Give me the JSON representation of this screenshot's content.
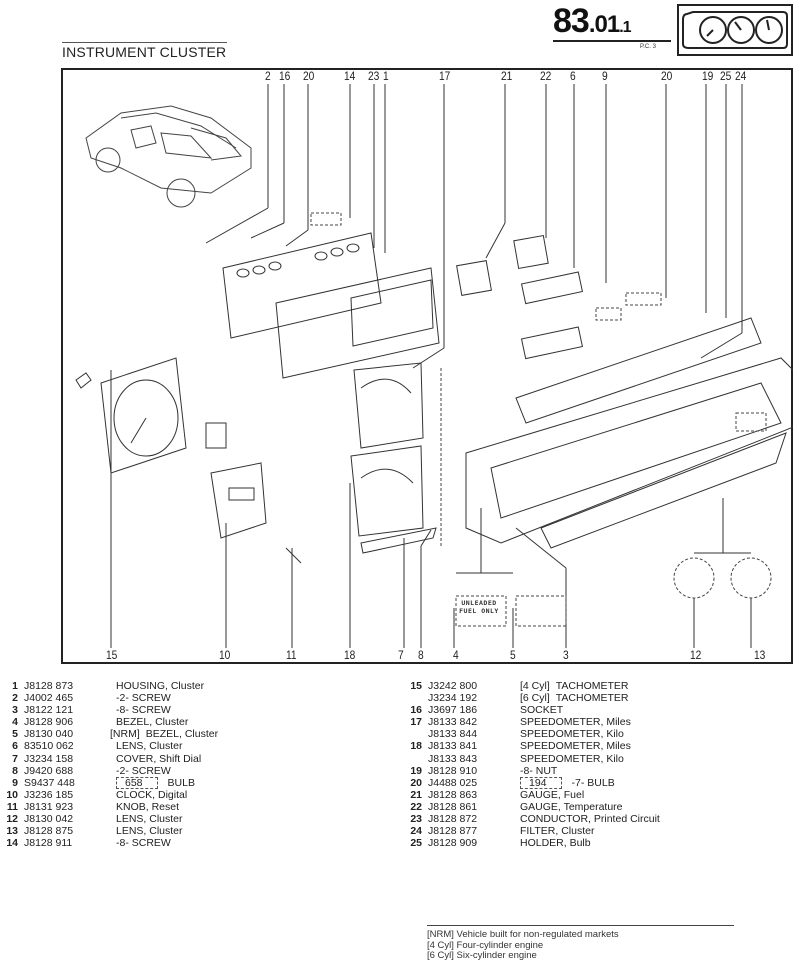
{
  "header": {
    "page_number_main": "83",
    "page_number_sub": ".01",
    "page_number_sub2": ".1",
    "page_code": "P.C. 3",
    "icon": "instrument-cluster-gauges-icon",
    "section_title": "INSTRUMENT CLUSTER"
  },
  "diagram": {
    "top_callouts": [
      "2",
      "16",
      "20",
      "14",
      "23",
      "1",
      "17",
      "21",
      "22",
      "6",
      "9",
      "20",
      "19",
      "25",
      "24"
    ],
    "bottom_callouts": [
      "15",
      "10",
      "11",
      "18",
      "7",
      "8",
      "4",
      "5",
      "3",
      "12",
      "13"
    ],
    "label_unleaded": "UNLEADED FUEL ONLY",
    "vehicle_illustration": "hatchback-car"
  },
  "parts_left": [
    {
      "num": "1",
      "part_no": "J8128 873",
      "tag": "",
      "bulb": "",
      "desc": "HOUSING, Cluster"
    },
    {
      "num": "2",
      "part_no": "J4002 465",
      "tag": "",
      "bulb": "",
      "desc": "-2- SCREW"
    },
    {
      "num": "3",
      "part_no": "J8122 121",
      "tag": "",
      "bulb": "",
      "desc": "-8- SCREW"
    },
    {
      "num": "4",
      "part_no": "J8128 906",
      "tag": "",
      "bulb": "",
      "desc": "BEZEL, Cluster"
    },
    {
      "num": "5",
      "part_no": "J8130 040",
      "tag": "[NRM]",
      "bulb": "",
      "desc": "BEZEL, Cluster"
    },
    {
      "num": "6",
      "part_no": "83510 062",
      "tag": "",
      "bulb": "",
      "desc": "LENS, Cluster"
    },
    {
      "num": "7",
      "part_no": "J3234 158",
      "tag": "",
      "bulb": "",
      "desc": "COVER, Shift Dial"
    },
    {
      "num": "8",
      "part_no": "J9420 688",
      "tag": "",
      "bulb": "",
      "desc": "-2- SCREW"
    },
    {
      "num": "9",
      "part_no": "S9437 448",
      "tag": "",
      "bulb": "658",
      "desc": "BULB"
    },
    {
      "num": "10",
      "part_no": "J3236 185",
      "tag": "",
      "bulb": "",
      "desc": "CLOCK, Digital"
    },
    {
      "num": "11",
      "part_no": "J8131 923",
      "tag": "",
      "bulb": "",
      "desc": "KNOB, Reset"
    },
    {
      "num": "12",
      "part_no": "J8130 042",
      "tag": "",
      "bulb": "",
      "desc": "LENS, Cluster"
    },
    {
      "num": "13",
      "part_no": "J8128 875",
      "tag": "",
      "bulb": "",
      "desc": "LENS, Cluster"
    },
    {
      "num": "14",
      "part_no": "J8128 911",
      "tag": "",
      "bulb": "",
      "desc": "-8- SCREW"
    }
  ],
  "parts_right": [
    {
      "num": "15",
      "part_no": "J3242 800",
      "tag": "[4 Cyl]",
      "bulb": "",
      "desc": "TACHOMETER"
    },
    {
      "num": "",
      "part_no": "J3234 192",
      "tag": "[6 Cyl]",
      "bulb": "",
      "desc": "TACHOMETER"
    },
    {
      "num": "16",
      "part_no": "J3697 186",
      "tag": "",
      "bulb": "",
      "desc": "SOCKET"
    },
    {
      "num": "17",
      "part_no": "J8133 842",
      "tag": "",
      "bulb": "",
      "desc": "SPEEDOMETER, Miles"
    },
    {
      "num": "",
      "part_no": "J8133 844",
      "tag": "",
      "bulb": "",
      "desc": "SPEEDOMETER, Kilo"
    },
    {
      "num": "18",
      "part_no": "J8133 841",
      "tag": "",
      "bulb": "",
      "desc": "SPEEDOMETER, Miles"
    },
    {
      "num": "",
      "part_no": "J8133 843",
      "tag": "",
      "bulb": "",
      "desc": "SPEEDOMETER, Kilo"
    },
    {
      "num": "19",
      "part_no": "J8128 910",
      "tag": "",
      "bulb": "",
      "desc": "-8- NUT"
    },
    {
      "num": "20",
      "part_no": "J4488 025",
      "tag": "",
      "bulb": "194",
      "desc": "-7- BULB"
    },
    {
      "num": "21",
      "part_no": "J8128 863",
      "tag": "",
      "bulb": "",
      "desc": "GAUGE, Fuel"
    },
    {
      "num": "22",
      "part_no": "J8128 861",
      "tag": "",
      "bulb": "",
      "desc": "GAUGE, Temperature"
    },
    {
      "num": "23",
      "part_no": "J8128 872",
      "tag": "",
      "bulb": "",
      "desc": "CONDUCTOR, Printed Circuit"
    },
    {
      "num": "24",
      "part_no": "J8128 877",
      "tag": "",
      "bulb": "",
      "desc": "FILTER, Cluster"
    },
    {
      "num": "25",
      "part_no": "J8128 909",
      "tag": "",
      "bulb": "",
      "desc": "HOLDER, Bulb"
    }
  ],
  "notes": [
    "[NRM] Vehicle built for non-regulated markets",
    "[4 Cyl] Four-cylinder engine",
    "[6 Cyl] Six-cylinder engine"
  ]
}
